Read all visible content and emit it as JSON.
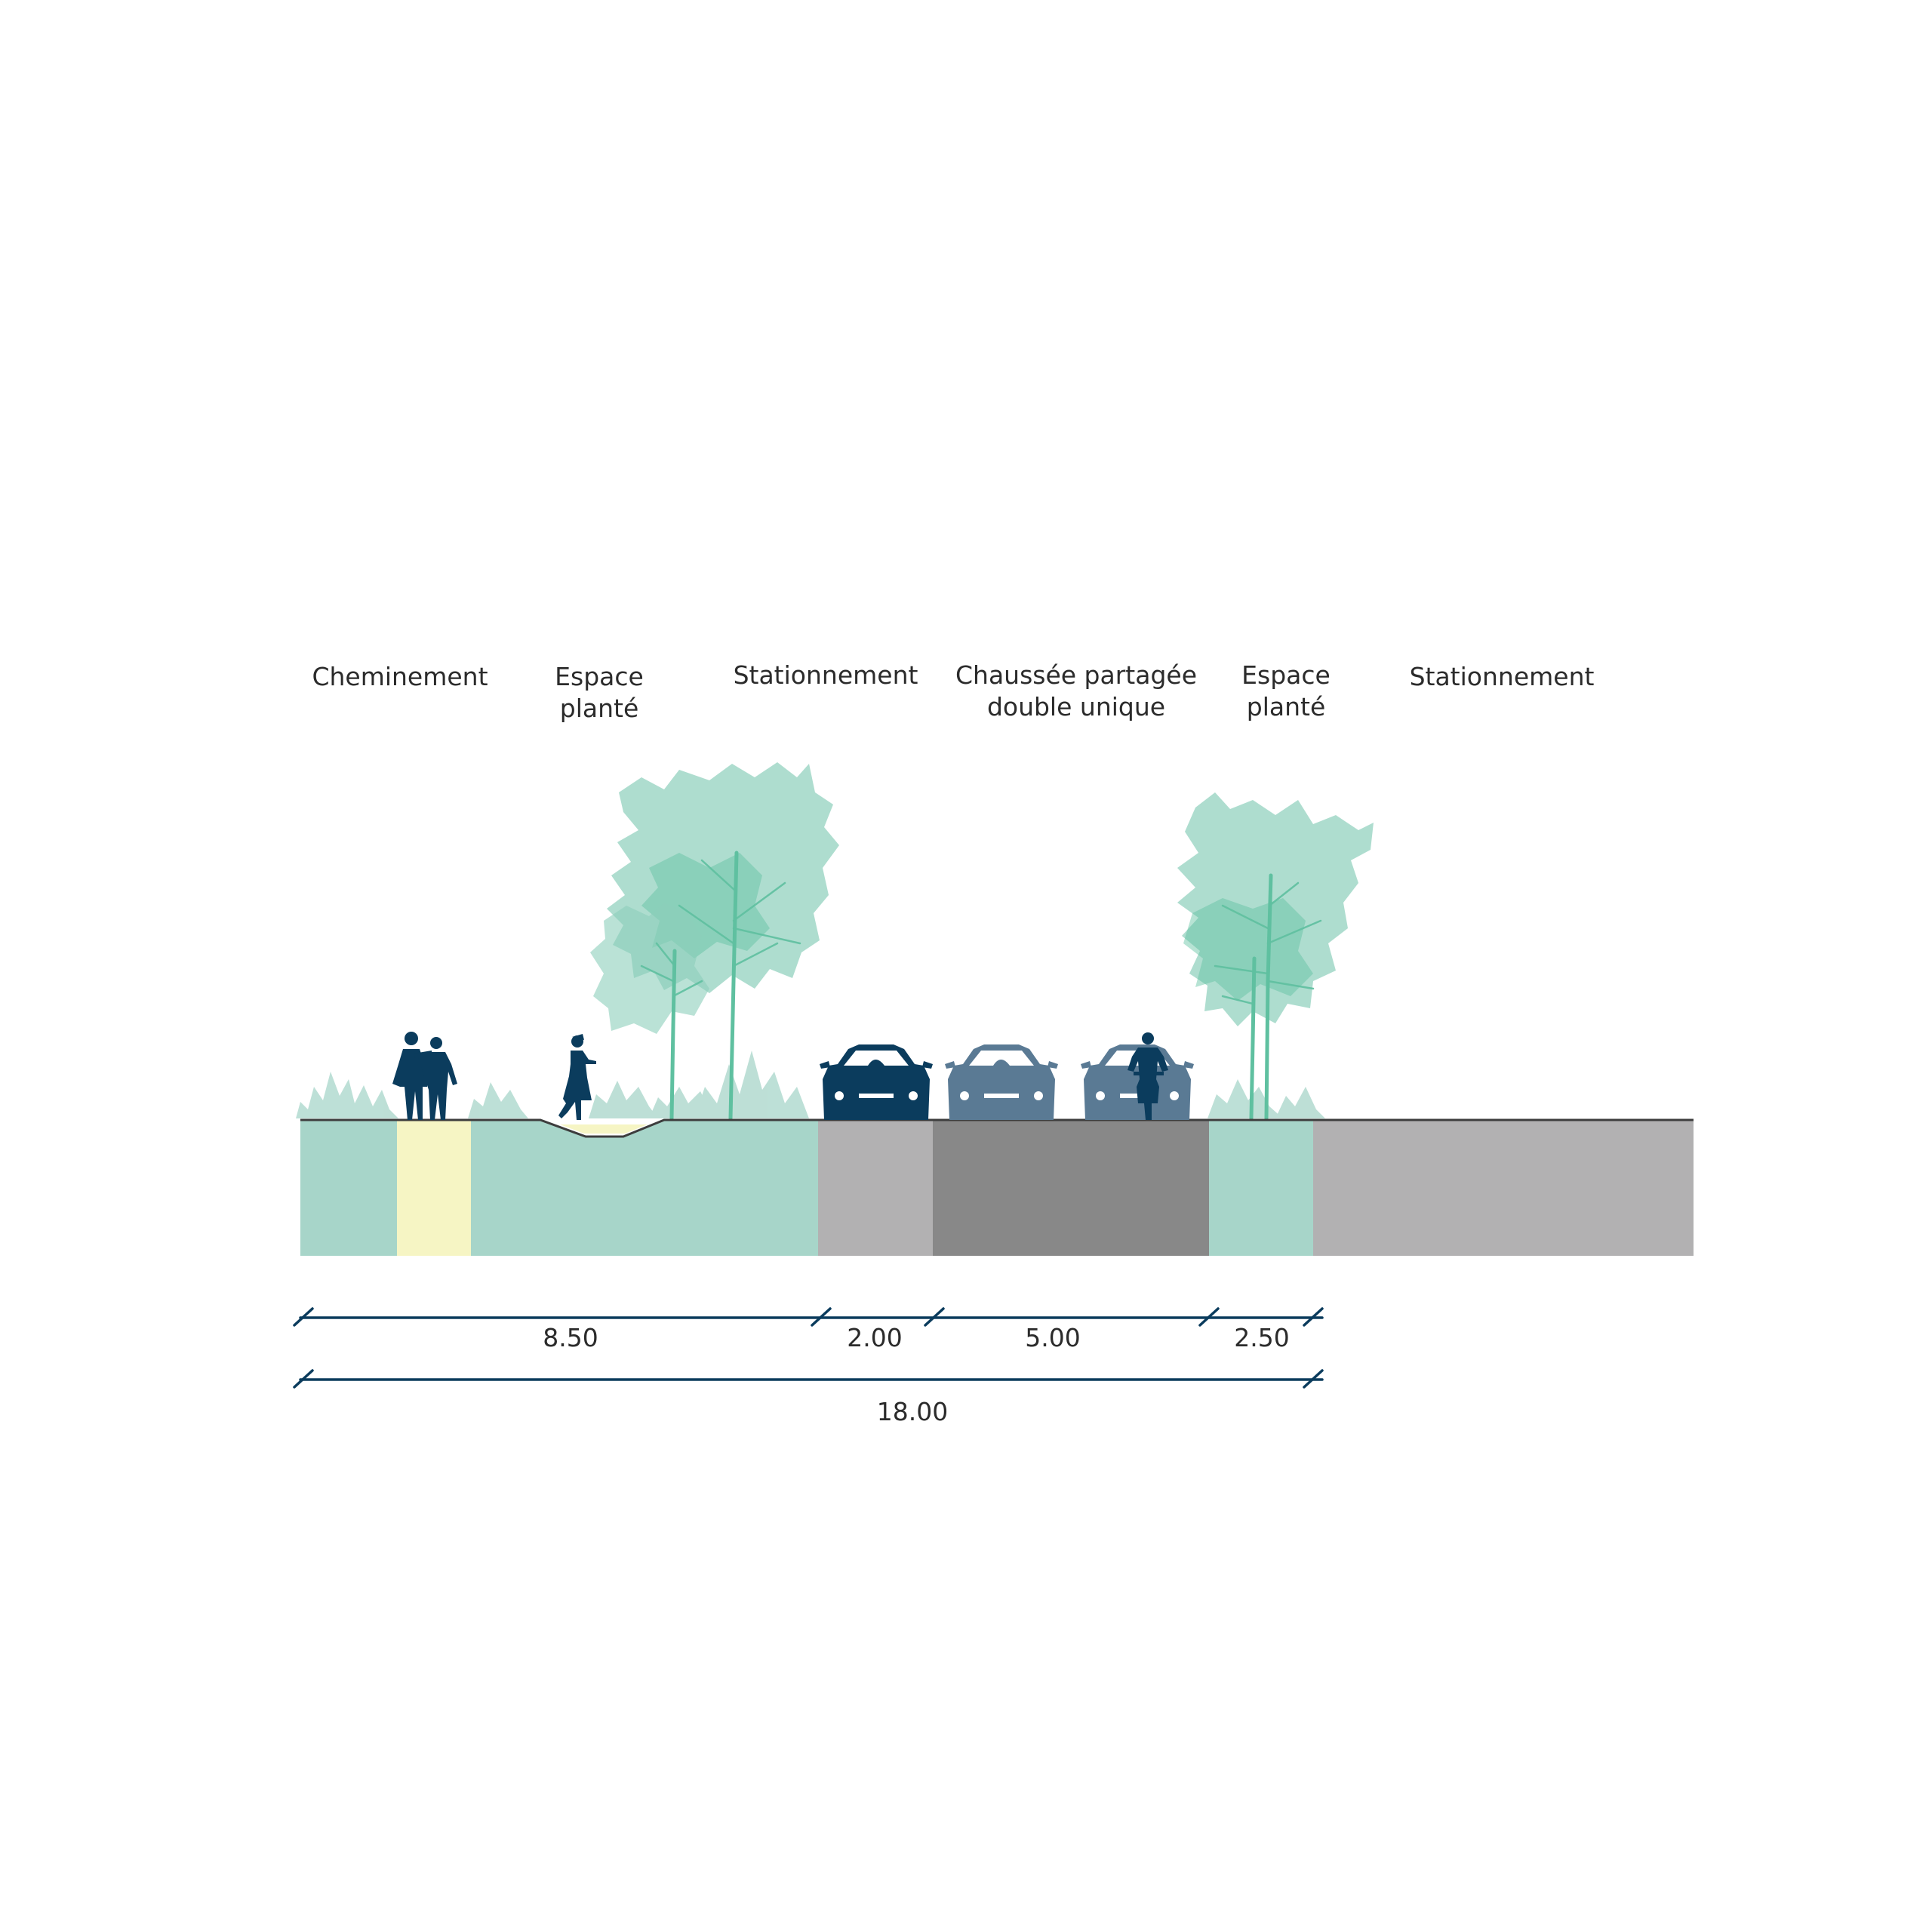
{
  "colors": {
    "planted": "#a7d5c9",
    "path": "#f6f5c4",
    "parking": "#b2b1b2",
    "roadway": "#888888",
    "ground_line": "#3d3d3d",
    "tree": "#8ccfbb",
    "tree_trunk": "#5fc0a0",
    "dark_figure": "#0b3c5d",
    "grey_car": "#5a7a94",
    "dimension_line": "#0b3c5d"
  },
  "labels": {
    "cheminement": "Cheminement",
    "espace_plante_1": [
      "Espace",
      "planté"
    ],
    "stationnement_1": "Stationnement",
    "chaussee": [
      "Chaussée partagée",
      "double unique"
    ],
    "espace_plante_2": [
      "Espace",
      "planté"
    ],
    "stationnement_2": "Stationnement"
  },
  "dimensions": {
    "d1": "8.50",
    "d2": "2.00",
    "d3": "5.00",
    "d4": "2.50",
    "total": "18.00"
  },
  "icons": [
    "tree-icon",
    "pedestrian-icon",
    "car-icon",
    "cyclist-icon",
    "vegetation-icon"
  ]
}
